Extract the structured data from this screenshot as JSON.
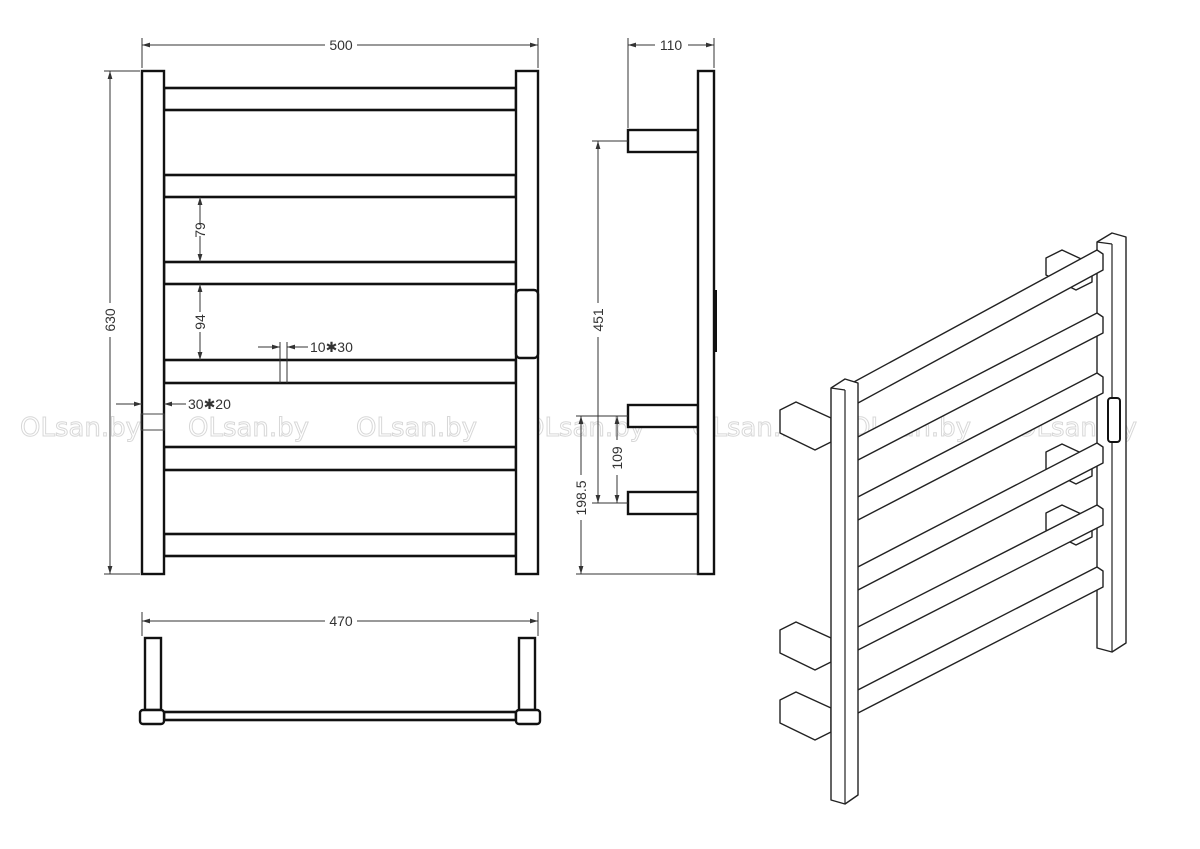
{
  "drawing": {
    "front_view": {
      "width_label": "500",
      "height_label": "630",
      "rail_spacing_label": "79",
      "rail_gap_label": "94",
      "rail_profile_label": "10✱30",
      "post_profile_label": "30✱20"
    },
    "side_view": {
      "depth_label": "110",
      "bracket_span_label": "451",
      "lower_bracket_gap_label": "109",
      "bottom_offset_label": "198.5"
    },
    "top_view": {
      "width_label": "470"
    },
    "watermark": "OLsan.by"
  }
}
